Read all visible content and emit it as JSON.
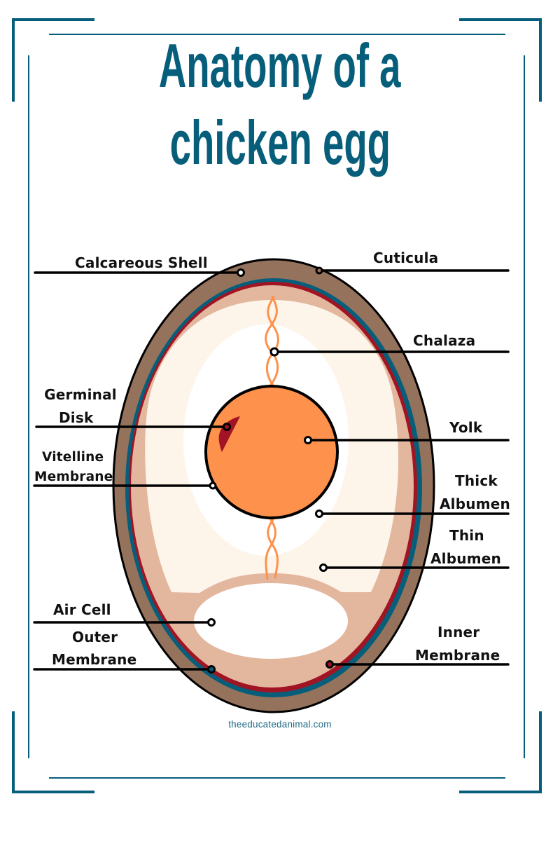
{
  "title": {
    "line1": "Anatomy of a",
    "line2": "chicken egg"
  },
  "colors": {
    "brand": "#065e7a",
    "shell": "#95725c",
    "outer_membrane": "#065e7a",
    "inner_membrane": "#a11423",
    "thin_albumen_band": "#e3b69e",
    "thick_albumen": "#fdf5e9",
    "white_region": "#ffffff",
    "yolk": "#fe914b",
    "germinal_disk": "#a11423",
    "chalaza": "#fe914b",
    "leader_line": "#000000"
  },
  "labels": {
    "calcareous_shell": "Calcareous Shell",
    "cuticula": "Cuticula",
    "chalaza": "Chalaza",
    "germinal_disk_1": "Germinal",
    "germinal_disk_2": "Disk",
    "yolk": "Yolk",
    "vitelline_membrane_1": "Vitelline",
    "vitelline_membrane_2": "Membrane",
    "thick_albumen_1": "Thick",
    "thick_albumen_2": "Albumen",
    "thin_albumen_1": "Thin",
    "thin_albumen_2": "Albumen",
    "air_cell": "Air Cell",
    "outer_membrane_1": "Outer",
    "outer_membrane_2": "Membrane",
    "inner_membrane_1": "Inner",
    "inner_membrane_2": "Membrane"
  },
  "credit": "theeducatedanimal.com"
}
